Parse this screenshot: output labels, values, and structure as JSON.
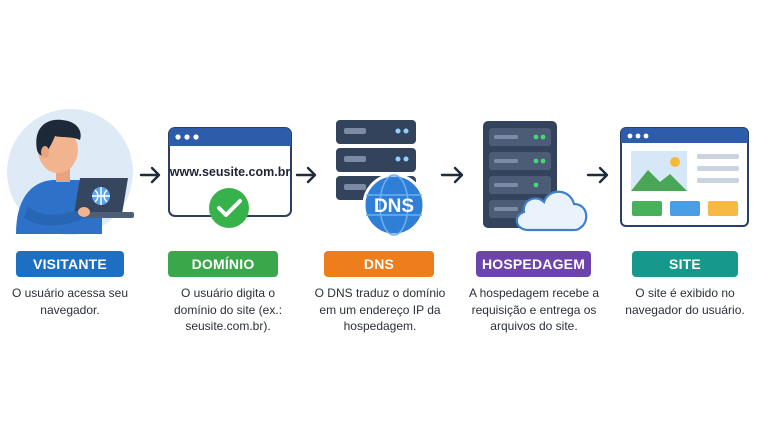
{
  "steps": [
    {
      "label": "VISITANTE",
      "color": "#1c6fc2",
      "description": "O usuário acessa seu navegador."
    },
    {
      "label": "DOMÍNIO",
      "color": "#3aa84a",
      "description": "O usuário digita o domínio do site (ex.: seusite.com.br)."
    },
    {
      "label": "DNS",
      "color": "#ee7d1c",
      "description": "O DNS traduz o domínio em um endereço IP da hospedagem."
    },
    {
      "label": "HOSPEDAGEM",
      "color": "#6d44ab",
      "description": "A hospedagem recebe a requisição e entrega os arquivos do site."
    },
    {
      "label": "SITE",
      "color": "#16998c",
      "description": "O site é exibido no navegador do usuário."
    }
  ],
  "icons": [
    "user-at-laptop-icon",
    "browser-check-icon",
    "dns-server-globe-icon",
    "server-cloud-icon",
    "website-layout-icon"
  ],
  "domain_example": "www.seusite.com.br",
  "dns_badge": "DNS"
}
